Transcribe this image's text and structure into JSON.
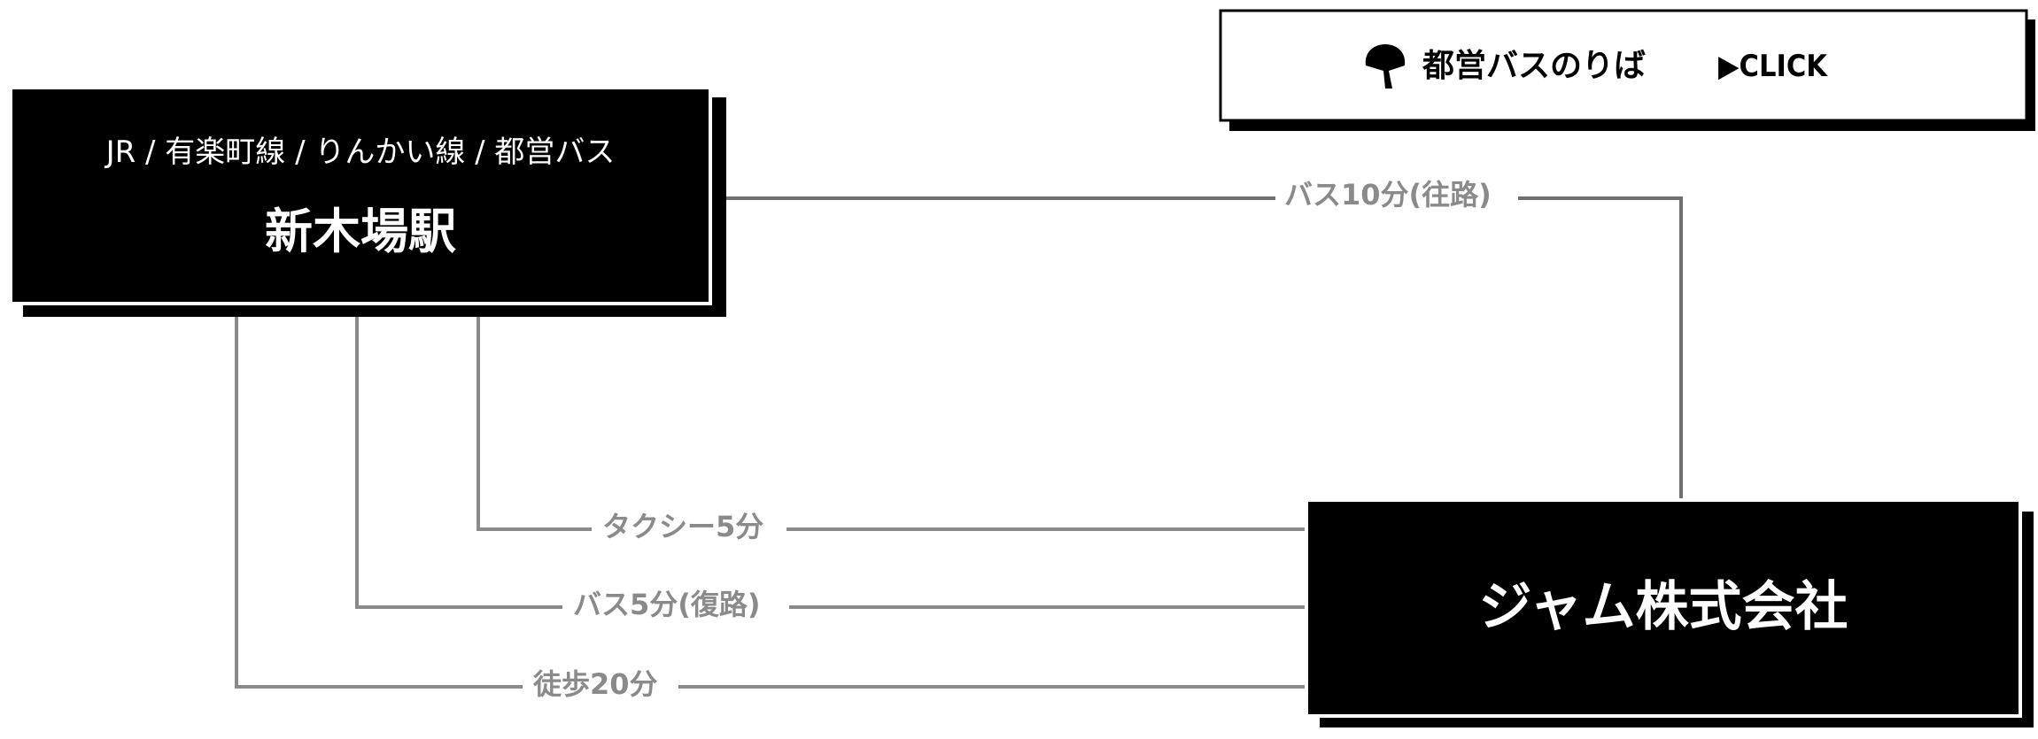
{
  "station": {
    "lines": "JR / 有楽町線 / りんかい線 / 都営バス",
    "name": "新木場駅"
  },
  "company": {
    "name": "ジャム株式会社"
  },
  "bus_stop_button": {
    "icon": "ginkgo-leaf-icon",
    "label": "都営バスのりば",
    "action": "▶CLICK"
  },
  "routes": {
    "bus_outbound": "バス10分(往路)",
    "taxi": "タクシー5分",
    "bus_return": "バス5分(復路)",
    "walk": "徒歩20分"
  },
  "colors": {
    "box_fill": "#000000",
    "route_line": "#8a8a8a",
    "text_light": "#ffffff"
  }
}
